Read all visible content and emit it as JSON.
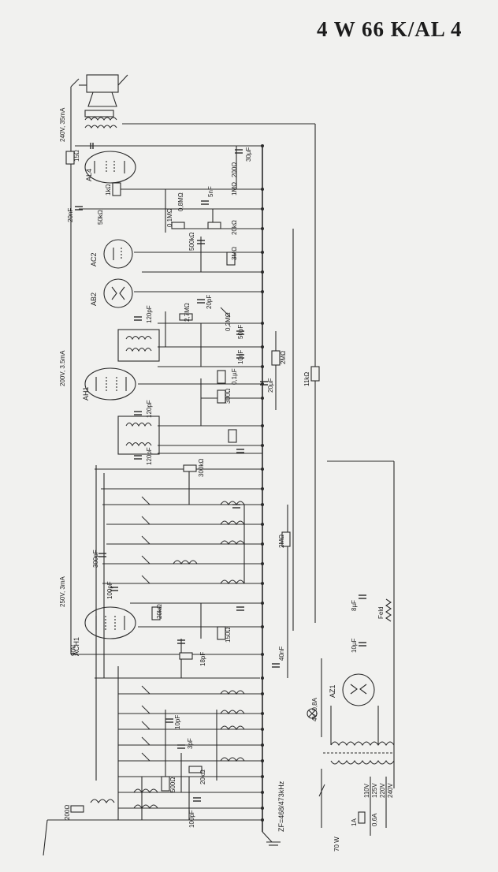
{
  "title": "4 W 66 K/AL 4",
  "tubes": [
    "AL4",
    "AC2",
    "AB2",
    "AH1",
    "ACH1",
    "AZ1"
  ],
  "voltages": {
    "al4_anode": "240V, 35mA",
    "ah1_anode": "200V, 3.5mA",
    "ach1_anode": "250V, 3mA",
    "ach1_screen": "90V"
  },
  "components": {
    "r_15": "15Ω",
    "r_1k": "1kΩ",
    "c_20nf_a": "20nF",
    "r_50k_a": "50kΩ",
    "r_0_8m": "0,8MΩ",
    "r_0_1m": "0,1MΩ",
    "c_5nf": "5nF",
    "r_500k": "500kΩ",
    "r_3m": "3MΩ",
    "r_20k": "20kΩ",
    "c_30uf": "30µF",
    "r_200": "200Ω",
    "pot_1m": "1MΩ",
    "r_2_7m": "2,7MΩ",
    "c_20pf": "20pF",
    "r_0_2m": "0,2MΩ",
    "c_50pf": "50pF",
    "c_120pf": "120pF",
    "c_10nf": "10nF",
    "r_2m_a": "2MΩ",
    "c_20uf": "20µF",
    "r_11k": "11kΩ",
    "r_300": "300Ω",
    "c_0_1uf": "0,1µF",
    "r_300k": "300kΩ",
    "c_300pf": "300pF",
    "c_100pf": "100pF",
    "r_20k_b": "20kΩ",
    "r_150": "150Ω",
    "c_40nf": "40nF",
    "c_8uf": "8µF",
    "feld": "Feld",
    "c_10uf": "10µF",
    "lamp": "4V, 0,8A",
    "r_2m_b": "2MΩ",
    "c_18pf": "18pF",
    "c_10pf": "10pF",
    "c_3pf": "3pF",
    "r_500": "500Ω",
    "r_20k_c": "20kΩ",
    "r_200_ant": "200Ω",
    "c_100pf_ant": "100pF",
    "fuse": "1A",
    "fuse2": "0,6A",
    "power": "70 W",
    "mains_110": "110V",
    "mains_125": "125V",
    "mains_220": "220V",
    "mains_240": "240V"
  },
  "if_note": "ZF=468/473kHz"
}
